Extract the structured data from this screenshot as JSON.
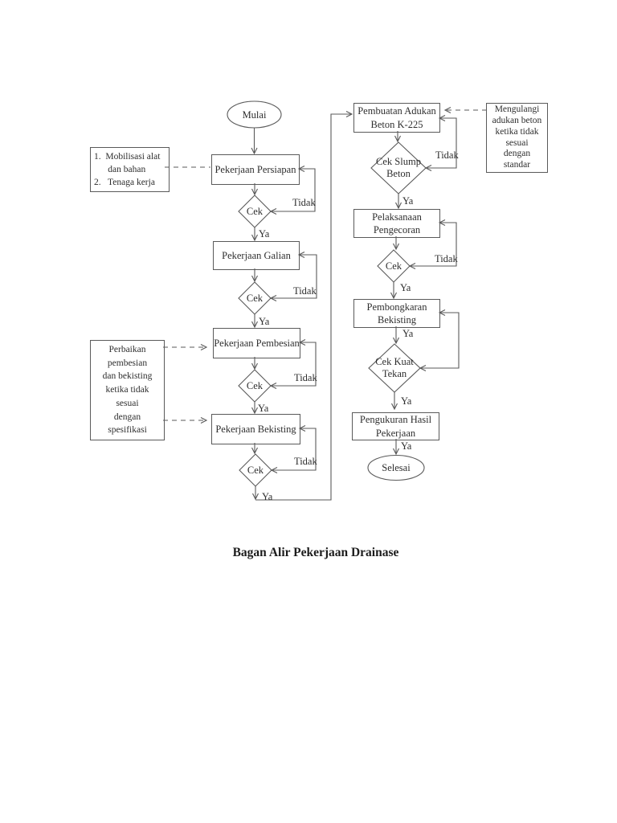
{
  "document": {
    "title": "Bagan Alir Pekerjaan Drainase"
  },
  "flowchart": {
    "terminals": {
      "start": "Mulai",
      "end": "Selesai"
    },
    "processes": {
      "persiapan": "Pekerjaan Persiapan",
      "galian": "Pekerjaan Galian",
      "pembesian": "Pekerjaan Pembesian",
      "bekisting": "Pekerjaan Bekisting",
      "adukan": "Pembuatan Adukan\nBeton K-225",
      "pengecoran": "Pelaksanaan\nPengecoran",
      "pembongkaran": "Pembongkaran\nBekisting",
      "pengukuran": "Pengukuran Hasil\nPekerjaan"
    },
    "decisions": {
      "cek": "Cek",
      "cek_slump": "Cek Slump\nBeton",
      "cek_kuat": "Cek Kuat\nTekan"
    },
    "edge_labels": {
      "yes": "Ya",
      "no": "Tidak"
    },
    "notes": {
      "mobilisasi": "1.  Mobilisasi alat\n      dan bahan\n2.   Tenaga kerja",
      "perbaikan": "Perbaikan\npembesian\ndan bekisting\nketika tidak\nsesuai\ndengan\nspesifikasi",
      "mengulangi": "Mengulangi\nadukan beton\nketika tidak\nsesuai\ndengan\nstandar"
    }
  },
  "colors": {
    "line": "#5a5a5a",
    "text": "#2e2e2e",
    "bg": "#ffffff"
  }
}
